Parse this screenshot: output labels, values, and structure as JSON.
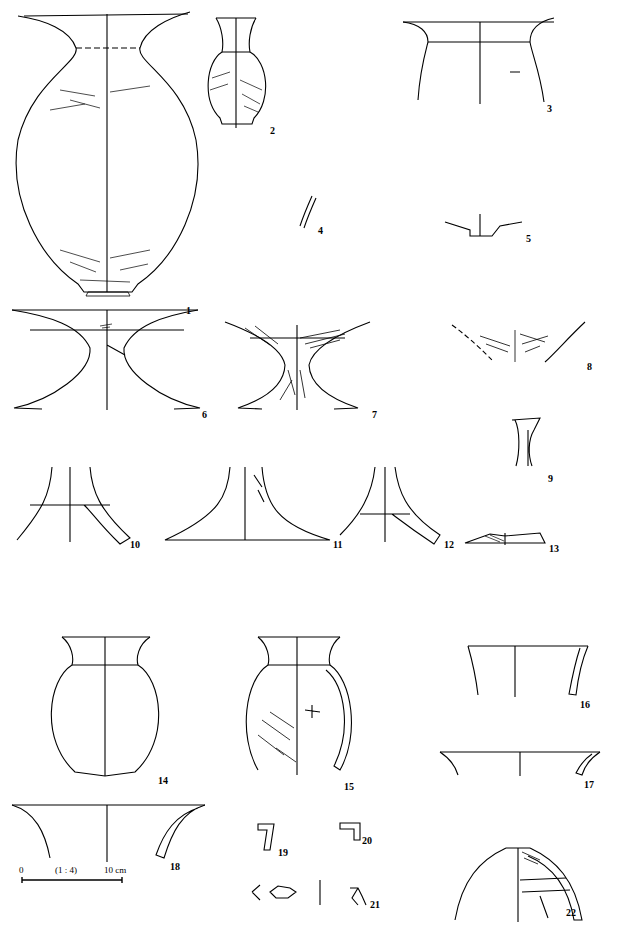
{
  "diagram": {
    "labels": [
      "1",
      "2",
      "3",
      "4",
      "5",
      "6",
      "7",
      "8",
      "9",
      "10",
      "11",
      "12",
      "13",
      "14",
      "15",
      "16",
      "17",
      "18",
      "19",
      "20",
      "21",
      "22",
      "0",
      "(1 : 4)",
      "10 cm"
    ]
  }
}
